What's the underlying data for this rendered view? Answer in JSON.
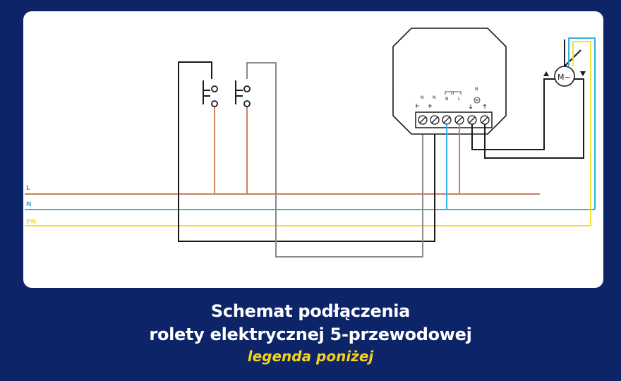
{
  "diagram": {
    "bus_labels": {
      "line": "L",
      "neutral": "N",
      "earth": "PN"
    },
    "terminal_marks": {
      "n1": "N",
      "n2": "N",
      "n3": "N",
      "n4": "N",
      "u": "U",
      "l": "L",
      "motor": "M"
    },
    "motor_label": "M~"
  },
  "caption": {
    "line1": "Schemat podłączenia",
    "line2": "rolety elektrycznej 5-przewodowej",
    "line3": "legenda poniżej"
  },
  "colors": {
    "background": "#0d2468",
    "panel": "#ffffff",
    "wire_L": "#c8825a",
    "wire_N": "#38aee2",
    "wire_PE": "#efe03a",
    "wire_black": "#1a1a1a",
    "wire_grey": "#8a8a8a",
    "accent": "#f2d21e"
  }
}
